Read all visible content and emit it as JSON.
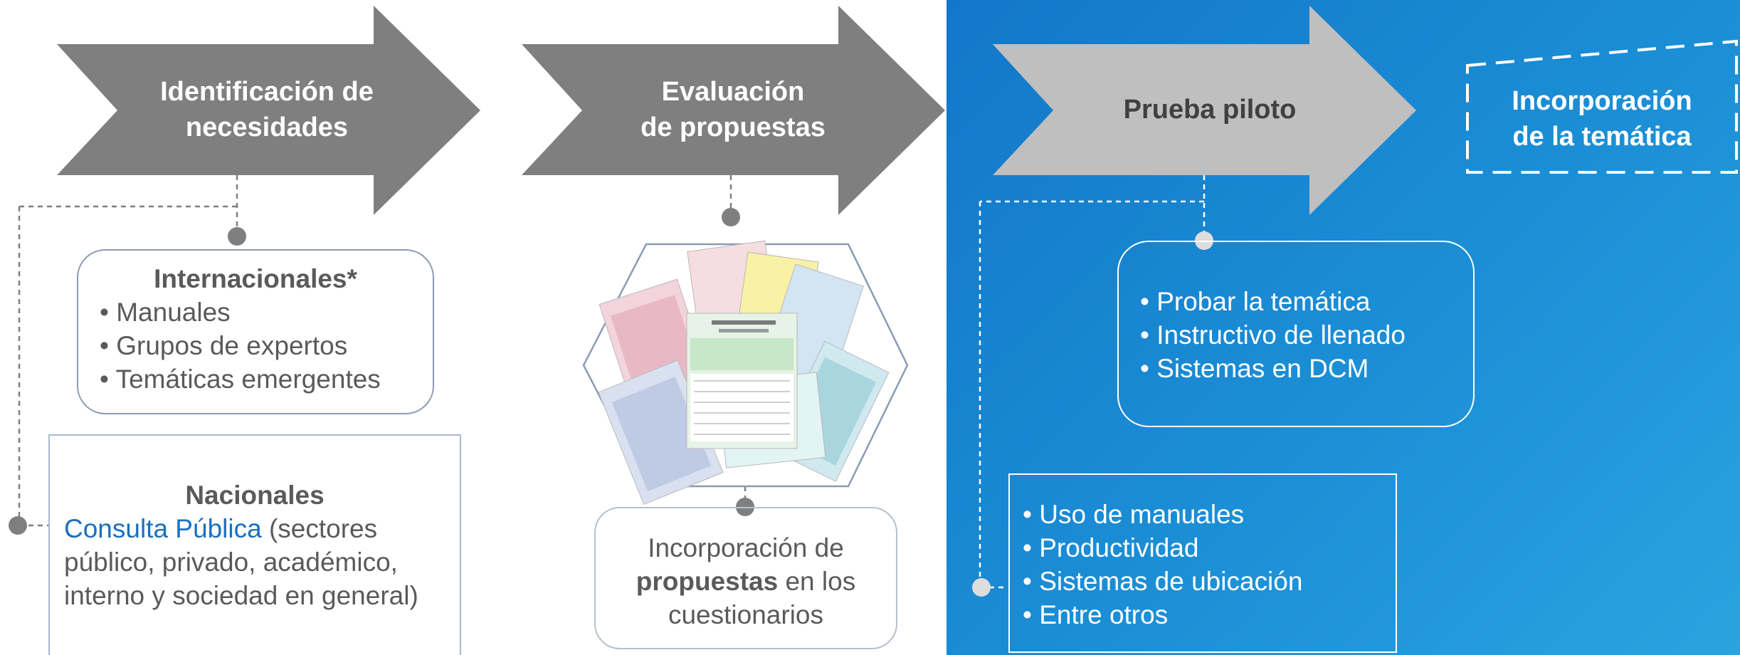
{
  "steps": [
    {
      "title_line1": "Identificación de",
      "title_line2": "necesidades"
    },
    {
      "title_line1": "Evaluación",
      "title_line2": "de propuestas"
    },
    {
      "title": "Prueba piloto"
    },
    {
      "title_line1": "Incorporación",
      "title_line2": "de la temática"
    }
  ],
  "internacionales": {
    "heading": "Internacionales*",
    "items": [
      "Manuales",
      "Grupos de expertos",
      "Temáticas emergentes"
    ]
  },
  "nacionales": {
    "heading": "Nacionales",
    "link": "Consulta Pública",
    "text": " (sectores público, privado, académico, interno y sociedad en general)"
  },
  "incorporacion": {
    "line1": "Incorporación de",
    "bold": "propuestas",
    "rest1": " en los",
    "line3": "cuestionarios"
  },
  "piloto_box": {
    "items": [
      "Probar la temática",
      "Instructivo de llenado",
      "Sistemas en DCM"
    ]
  },
  "piloto_box2": {
    "items": [
      "Uso de manuales",
      "Productividad",
      "Sistemas de ubicación",
      "Entre otros"
    ]
  },
  "colors": {
    "arrow_dark": "#7f7f7f",
    "arrow_light": "#bfbfbf",
    "blue_panel": "#1b8fd6",
    "link": "#1a6fbf"
  }
}
